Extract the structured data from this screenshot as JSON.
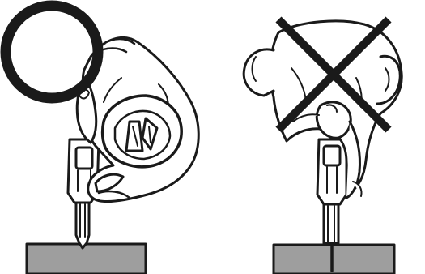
{
  "figure": {
    "panels": [
      {
        "id": "correct",
        "verdict_symbol": "circle"
      },
      {
        "id": "incorrect",
        "verdict_symbol": "cross"
      }
    ],
    "colors": {
      "ink": "#1a1a1a",
      "block_fill": "#9e9e9e",
      "paper": "#ffffff"
    }
  }
}
